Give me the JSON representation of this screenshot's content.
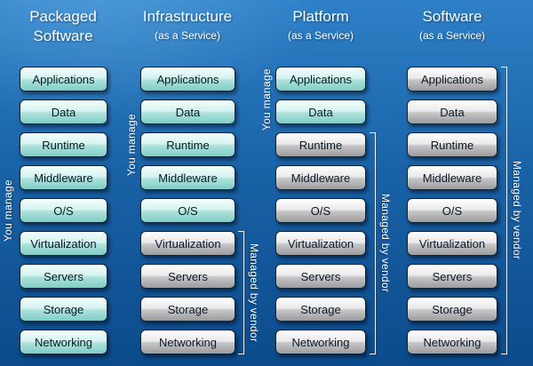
{
  "diagram": {
    "columns": [
      {
        "title": "Packaged Software",
        "subtitle": "",
        "left_label": "You manage",
        "right_label": "",
        "layers": [
          {
            "label": "Applications",
            "owner": "manage"
          },
          {
            "label": "Data",
            "owner": "manage"
          },
          {
            "label": "Runtime",
            "owner": "manage"
          },
          {
            "label": "Middleware",
            "owner": "manage"
          },
          {
            "label": "O/S",
            "owner": "manage"
          },
          {
            "label": "Virtualization",
            "owner": "manage"
          },
          {
            "label": "Servers",
            "owner": "manage"
          },
          {
            "label": "Storage",
            "owner": "manage"
          },
          {
            "label": "Networking",
            "owner": "manage"
          }
        ]
      },
      {
        "title": "Infrastructure",
        "subtitle": "(as a Service)",
        "left_label": "You manage",
        "right_label": "Managed by vendor",
        "layers": [
          {
            "label": "Applications",
            "owner": "manage"
          },
          {
            "label": "Data",
            "owner": "manage"
          },
          {
            "label": "Runtime",
            "owner": "manage"
          },
          {
            "label": "Middleware",
            "owner": "manage"
          },
          {
            "label": "O/S",
            "owner": "manage"
          },
          {
            "label": "Virtualization",
            "owner": "vendor"
          },
          {
            "label": "Servers",
            "owner": "vendor"
          },
          {
            "label": "Storage",
            "owner": "vendor"
          },
          {
            "label": "Networking",
            "owner": "vendor"
          }
        ]
      },
      {
        "title": "Platform",
        "subtitle": "(as a Service)",
        "left_label": "You manage",
        "right_label": "Managed by vendor",
        "layers": [
          {
            "label": "Applications",
            "owner": "manage"
          },
          {
            "label": "Data",
            "owner": "manage"
          },
          {
            "label": "Runtime",
            "owner": "vendor"
          },
          {
            "label": "Middleware",
            "owner": "vendor"
          },
          {
            "label": "O/S",
            "owner": "vendor"
          },
          {
            "label": "Virtualization",
            "owner": "vendor"
          },
          {
            "label": "Servers",
            "owner": "vendor"
          },
          {
            "label": "Storage",
            "owner": "vendor"
          },
          {
            "label": "Networking",
            "owner": "vendor"
          }
        ]
      },
      {
        "title": "Software",
        "subtitle": "(as a Service)",
        "left_label": "",
        "right_label": "Managed by vendor",
        "layers": [
          {
            "label": "Applications",
            "owner": "vendor"
          },
          {
            "label": "Data",
            "owner": "vendor"
          },
          {
            "label": "Runtime",
            "owner": "vendor"
          },
          {
            "label": "Middleware",
            "owner": "vendor"
          },
          {
            "label": "O/S",
            "owner": "vendor"
          },
          {
            "label": "Virtualization",
            "owner": "vendor"
          },
          {
            "label": "Servers",
            "owner": "vendor"
          },
          {
            "label": "Storage",
            "owner": "vendor"
          },
          {
            "label": "Networking",
            "owner": "vendor"
          }
        ]
      }
    ],
    "colors": {
      "manage_box_top": "#f2fffd",
      "manage_box_bottom": "#7fcec6",
      "vendor_box_top": "#ffffff",
      "vendor_box_bottom": "#9c9c9e",
      "background_top": "#2e80c7",
      "background_bottom": "#0b4b8b",
      "label_text": "#ffffff"
    }
  }
}
